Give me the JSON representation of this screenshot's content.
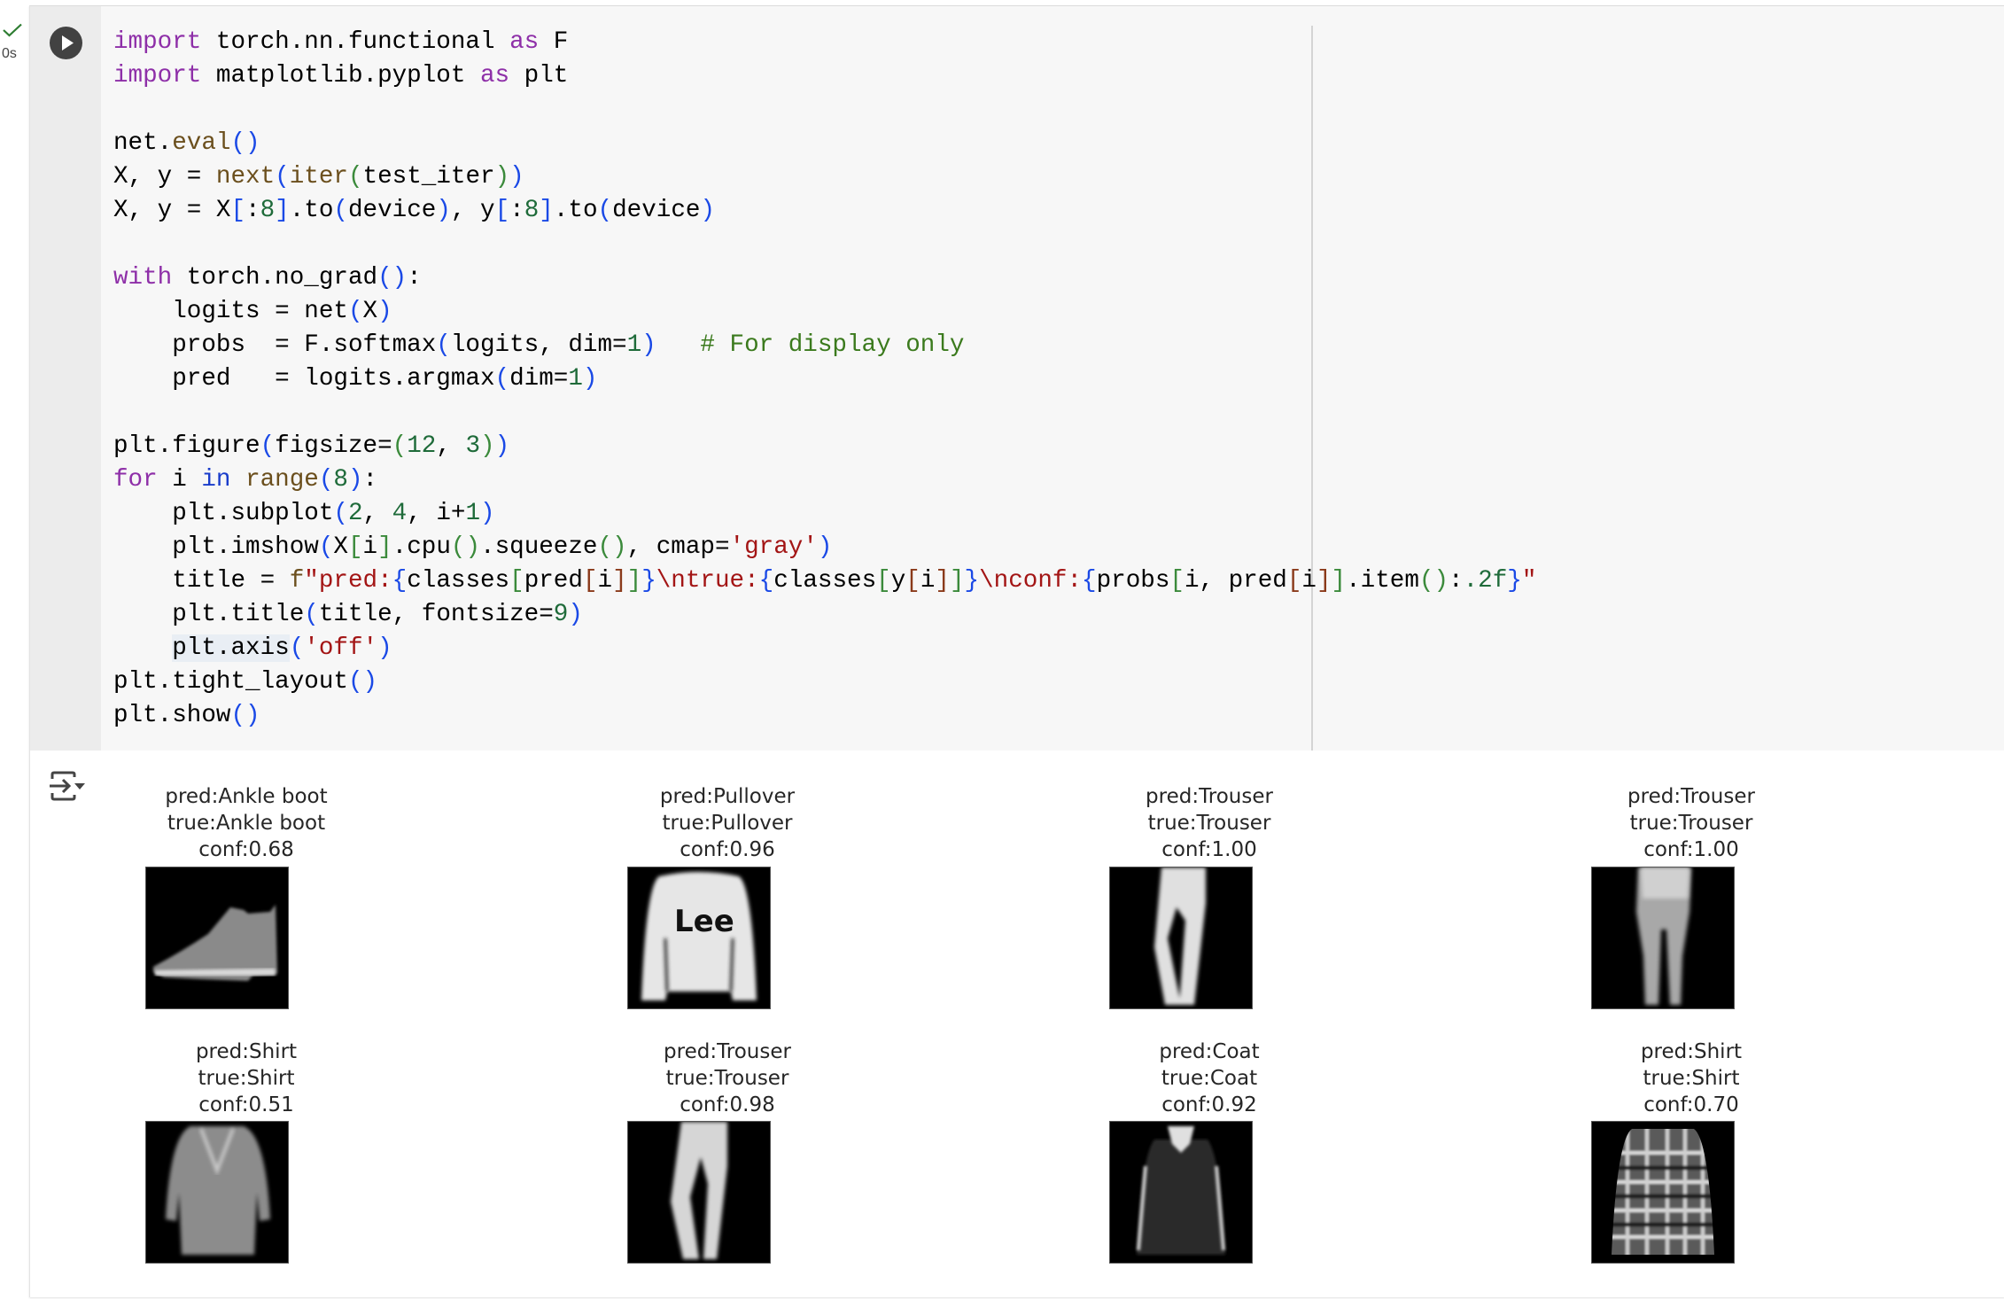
{
  "cell": {
    "status": {
      "icon": "check-icon",
      "duration": "0s",
      "color": "#2e7d32"
    },
    "run_button": {
      "icon": "play-icon"
    },
    "code_lines": [
      "import torch.nn.functional as F",
      "import matplotlib.pyplot as plt",
      "",
      "net.eval()",
      "X, y = next(iter(test_iter))",
      "X, y = X[:8].to(device), y[:8].to(device)",
      "",
      "with torch.no_grad():",
      "    logits = net(X)",
      "    probs  = F.softmax(logits, dim=1)   # For display only",
      "    pred   = logits.argmax(dim=1)",
      "",
      "plt.figure(figsize=(12, 3))",
      "for i in range(8):",
      "    plt.subplot(2, 4, i+1)",
      "    plt.imshow(X[i].cpu().squeeze(), cmap='gray')",
      "    title = f\"pred:{classes[pred[i]]}\\ntrue:{classes[y[i]]}\\nconf:{probs[i, pred[i]].item():.2f}\"",
      "    plt.title(title, fontsize=9)",
      "    plt.axis('off')",
      "plt.tight_layout()",
      "plt.show()"
    ]
  },
  "output": {
    "icon": "output-toggle-icon",
    "chart_data": {
      "type": "image-grid",
      "rows": 2,
      "cols": 4,
      "figsize": [
        12,
        3
      ],
      "cmap": "gray",
      "panels": [
        {
          "pred": "Ankle boot",
          "true": "Ankle boot",
          "conf": "0.68",
          "pred_label": "pred:Ankle boot",
          "true_label": "true:Ankle boot",
          "conf_label": "conf:0.68"
        },
        {
          "pred": "Pullover",
          "true": "Pullover",
          "conf": "0.96",
          "pred_label": "pred:Pullover",
          "true_label": "true:Pullover",
          "conf_label": "conf:0.96"
        },
        {
          "pred": "Trouser",
          "true": "Trouser",
          "conf": "1.00",
          "pred_label": "pred:Trouser",
          "true_label": "true:Trouser",
          "conf_label": "conf:1.00"
        },
        {
          "pred": "Trouser",
          "true": "Trouser",
          "conf": "1.00",
          "pred_label": "pred:Trouser",
          "true_label": "true:Trouser",
          "conf_label": "conf:1.00"
        },
        {
          "pred": "Shirt",
          "true": "Shirt",
          "conf": "0.51",
          "pred_label": "pred:Shirt",
          "true_label": "true:Shirt",
          "conf_label": "conf:0.51"
        },
        {
          "pred": "Trouser",
          "true": "Trouser",
          "conf": "0.98",
          "pred_label": "pred:Trouser",
          "true_label": "true:Trouser",
          "conf_label": "conf:0.98"
        },
        {
          "pred": "Coat",
          "true": "Coat",
          "conf": "0.92",
          "pred_label": "pred:Coat",
          "true_label": "true:Coat",
          "conf_label": "conf:0.92"
        },
        {
          "pred": "Shirt",
          "true": "Shirt",
          "conf": "0.70",
          "pred_label": "pred:Shirt",
          "true_label": "true:Shirt",
          "conf_label": "conf:0.70"
        }
      ]
    }
  }
}
